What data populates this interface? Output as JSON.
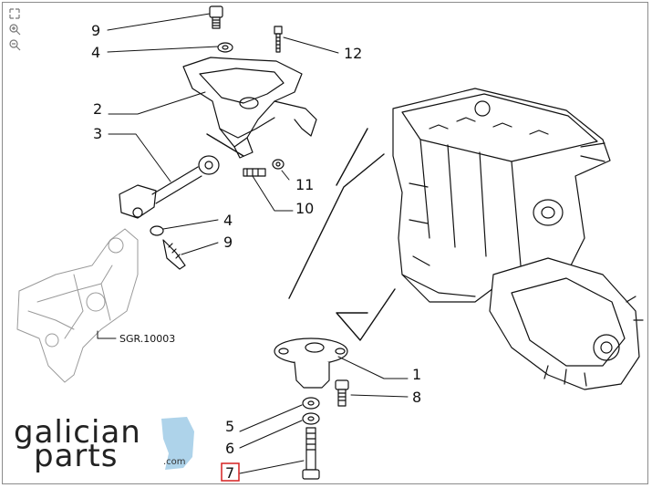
{
  "toolbar": {
    "icons": [
      "fit-page-icon",
      "zoom-in-icon",
      "zoom-out-icon"
    ]
  },
  "callouts": {
    "c9a": "9",
    "c4a": "4",
    "c12": "12",
    "c2": "2",
    "c3": "3",
    "c11": "11",
    "c10": "10",
    "c4b": "4",
    "c9b": "9",
    "c1": "1",
    "c8": "8",
    "c5": "5",
    "c6": "6",
    "c7": "7"
  },
  "reference_label": "SGR.10003",
  "brand": {
    "line1": "galician",
    "line2": "parts",
    "suffix": ".com"
  },
  "colors": {
    "ink": "#111111",
    "highlight": "#d62020",
    "brand_blue": "#aed3ea"
  }
}
